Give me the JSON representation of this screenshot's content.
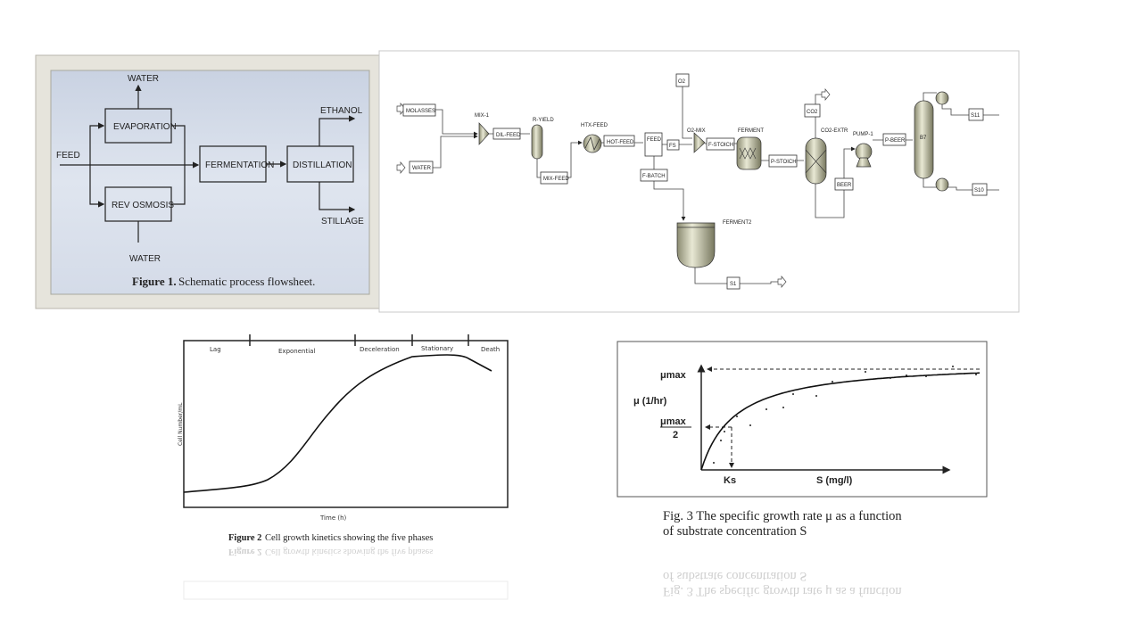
{
  "figure1": {
    "water_top": "WATER",
    "water_bottom": "WATER",
    "evaporation": "EVAPORATION",
    "rev_osmosis": "REV OSMOSIS",
    "feed": "FEED",
    "fermentation": "FERMENTATION",
    "distillation": "DISTILLATION",
    "ethanol": "ETHANOL",
    "stillage": "STILLAGE",
    "caption_bold": "Figure 1.",
    "caption_text": "Schematic process flowsheet."
  },
  "flowsheet": {
    "molasses": "MOLASSES",
    "water": "WATER",
    "mix1": "MIX-1",
    "dil_feed": "DIL-FEED",
    "r_yield": "R-YIELD",
    "mix_feed": "MIX-FEED",
    "htx_feed": "HTX-FEED",
    "hot_feed": "HOT-FEED",
    "feed": "FEED",
    "fs": "FS",
    "f_batch": "F-BATCH",
    "o2": "O2",
    "o2_mix": "O2-MIX",
    "f_stoich": "F-STOICH",
    "ferment": "FERMENT",
    "p_stoich": "P-STOICH",
    "co2": "CO2",
    "co2_extr": "CO2-EXTR",
    "beer": "BEER",
    "pump1": "PUMP-1",
    "p_beer": "P-BEER",
    "b7": "B7",
    "s11": "S11",
    "s10": "S10",
    "ferment2": "FERMENT2",
    "s1": "S1"
  },
  "figure2": {
    "phases": [
      "Lag",
      "Exponential",
      "Deceleration",
      "Stationary",
      "Death"
    ],
    "ylabel": "Cell Number/mL",
    "xlabel": "Time (h)",
    "caption_bold": "Figure 2",
    "caption_text": " Cell growth kinetics showing the five phases"
  },
  "figure3": {
    "mu_max": "μmax",
    "mu_label": "μ (1/hr)",
    "mu_half_num": "μmax",
    "mu_half_den": "2",
    "ks": "Ks",
    "xlabel": "S (mg/l)",
    "caption_line1": "Fig. 3 The specific growth rate μ as a function",
    "caption_line2": "of substrate concentration S"
  }
}
